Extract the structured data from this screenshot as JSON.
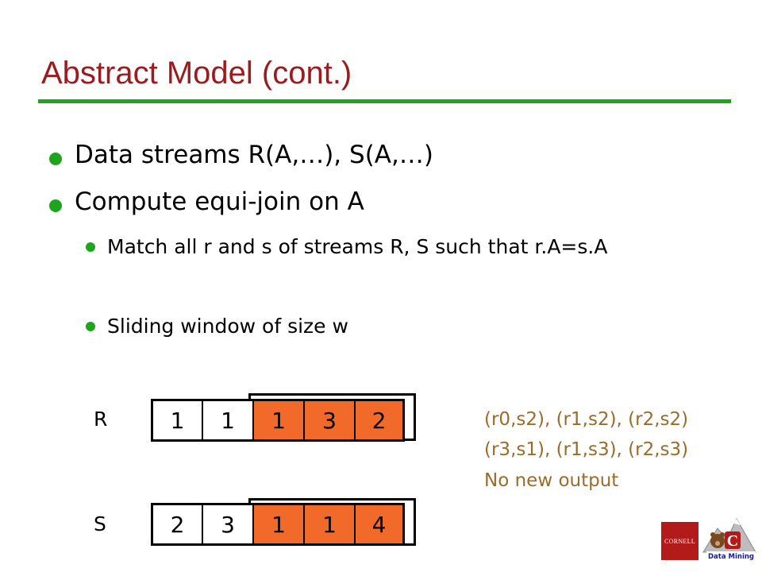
{
  "slide": {
    "title": "Abstract Model (cont.)",
    "bullets": [
      {
        "text": "Data streams R(A,…), S(A,…)"
      },
      {
        "text": "Compute equi-join on A"
      }
    ],
    "sub_bullets": [
      {
        "text": "Match all r and s of streams R, S such that r.A=s.A"
      },
      {
        "text": "Sliding window of size w"
      }
    ]
  },
  "streams": {
    "R": {
      "label": "R",
      "values": [
        "1",
        "1",
        "1",
        "3",
        "2"
      ]
    },
    "S": {
      "label": "S",
      "values": [
        "2",
        "3",
        "1",
        "1",
        "4"
      ]
    }
  },
  "output": {
    "line1": "(r0,s2), (r1,s2), (r2,s2)",
    "line2": "(r3,s1), (r1,s3), (r2,s3)",
    "line3": "No new output"
  },
  "logos": {
    "cornell": "CORNELL",
    "data_mining": "Data Mining",
    "dm_letter": "C"
  },
  "colors": {
    "title": "#9b1b1f",
    "accent_green": "#1ea51e",
    "window_orange": "#f26a2a",
    "output_text": "#9b6b2a"
  }
}
